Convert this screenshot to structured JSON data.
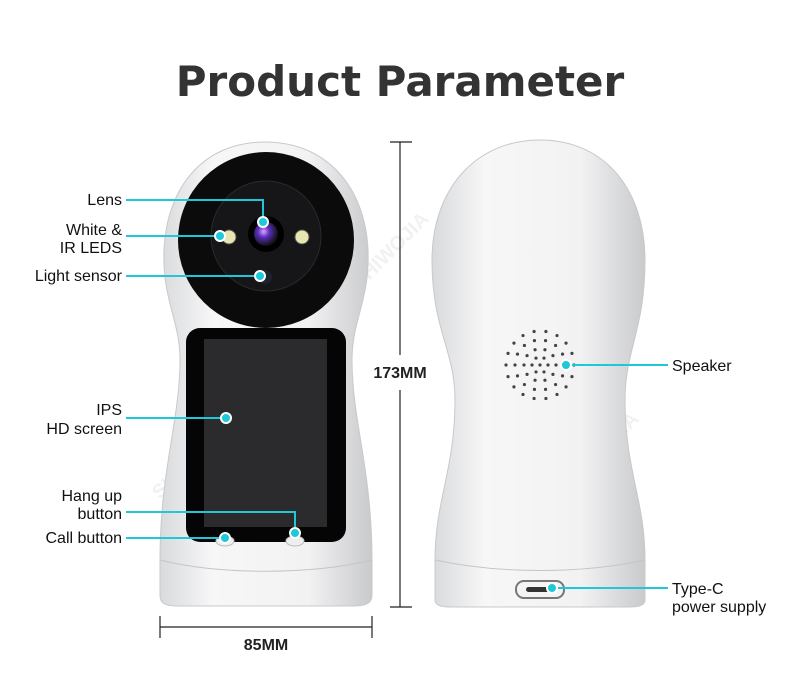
{
  "title": "Product Parameter",
  "watermark": "SHIWOJIA",
  "dimensions": {
    "height": "173MM",
    "width": "85MM"
  },
  "callouts": {
    "lens": "Lens",
    "leds_1": "White &",
    "leds_2": "IR LEDS",
    "light_sensor": "Light sensor",
    "screen_1": "IPS",
    "screen_2": "HD screen",
    "hangup_1": "Hang up",
    "hangup_2": "button",
    "call": "Call button",
    "speaker": "Speaker",
    "typec_1": "Type-C",
    "typec_2": "power supply"
  },
  "colors": {
    "callout": "#1ec8d8",
    "title": "#333333"
  }
}
